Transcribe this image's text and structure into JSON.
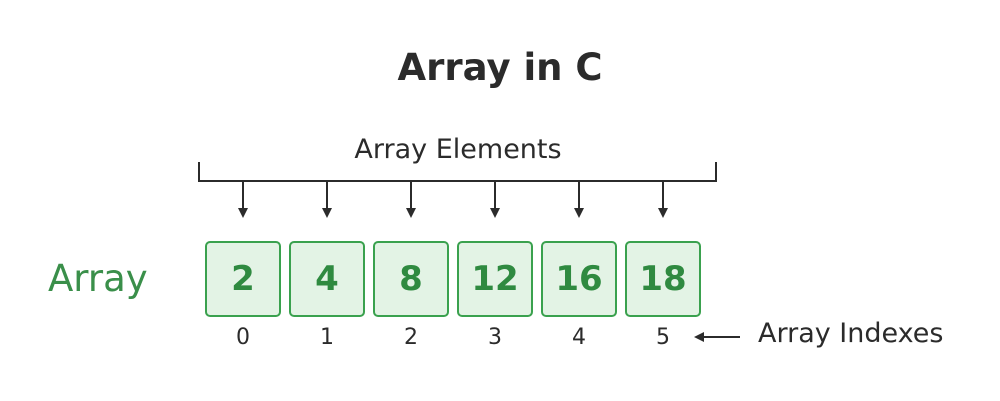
{
  "title": "Array in C",
  "group_label": "Array Elements",
  "array_label": "Array",
  "index_label": "Array Indexes",
  "elements": [
    {
      "value": "2",
      "index": "0"
    },
    {
      "value": "4",
      "index": "1"
    },
    {
      "value": "8",
      "index": "2"
    },
    {
      "value": "12",
      "index": "3"
    },
    {
      "value": "16",
      "index": "4"
    },
    {
      "value": "18",
      "index": "5"
    }
  ],
  "colors": {
    "accent": "#3aa14e",
    "cell_fill": "#e3f3e5",
    "text_dark": "#2b2b2b",
    "array_label": "#3a8f4a"
  }
}
